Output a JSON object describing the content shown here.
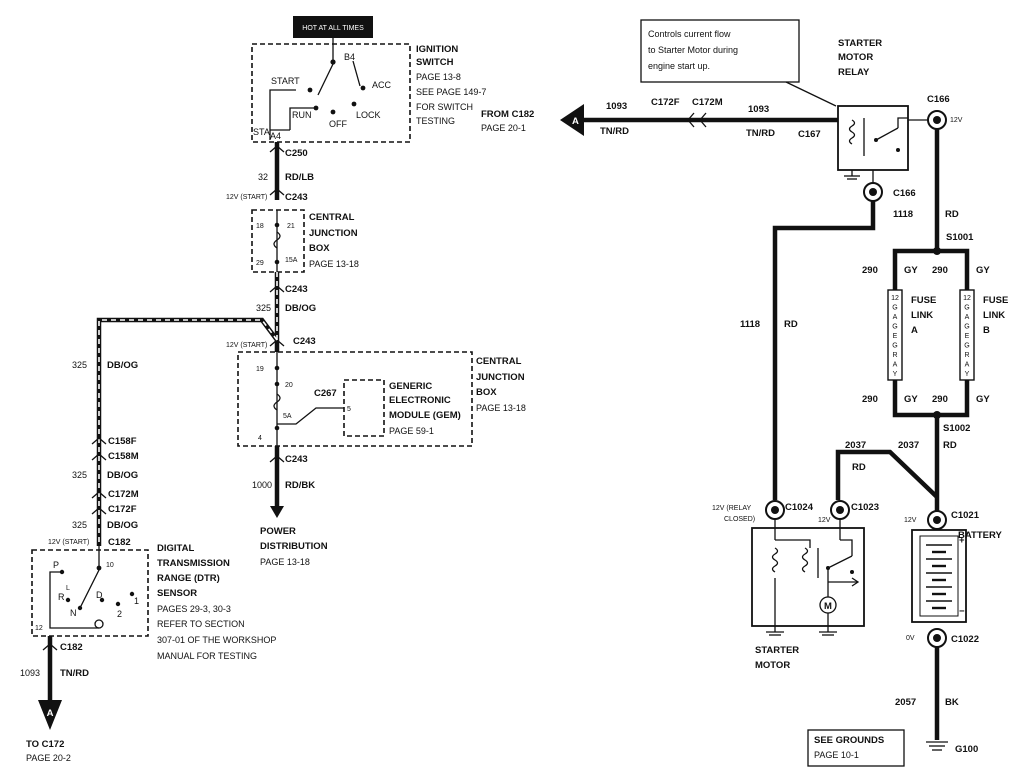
{
  "ignition": {
    "hot_at_all_times": "HOT AT ALL TIMES",
    "title_1": "IGNITION",
    "title_2": "SWITCH",
    "page": "PAGE 13-8",
    "see": "SEE PAGE 149-7",
    "for_switch": "FOR SWITCH",
    "testing": "TESTING",
    "b4": "B4",
    "start": "START",
    "acc": "ACC",
    "run": "RUN",
    "lock": "LOCK",
    "off": "OFF",
    "sta": "STA",
    "a4": "A4"
  },
  "ign_wire": {
    "c250": "C250",
    "circuit": "32",
    "color": "RD/LB",
    "twelve_start": "12V (START)",
    "c243": "C243"
  },
  "cjb_top": {
    "title_1": "CENTRAL",
    "title_2": "JUNCTION",
    "title_3": "BOX",
    "page": "PAGE 13-18",
    "p18": "18",
    "p21": "21",
    "p29": "29",
    "p15a": "15A"
  },
  "mid_wire": {
    "c243a": "C243",
    "circuit": "325",
    "color": "DB/OG",
    "twelve_start": "12V (START)",
    "c243b": "C243"
  },
  "cjb_main": {
    "title_1": "CENTRAL",
    "title_2": "JUNCTION",
    "title_3": "BOX",
    "page": "PAGE 13-18",
    "p19": "19",
    "p20": "20",
    "p5a": "5A",
    "p4": "4",
    "c267": "C267",
    "p5": "5"
  },
  "gem": {
    "title_1": "GENERIC",
    "title_2": "ELECTRONIC",
    "title_3": "MODULE (GEM)",
    "page": "PAGE 59-1"
  },
  "power_dist": {
    "c243": "C243",
    "circuit": "1000",
    "color": "RD/BK",
    "title_1": "POWER",
    "title_2": "DISTRIBUTION",
    "page": "PAGE 13-18"
  },
  "left_wire": {
    "circuit_1": "325",
    "color_1": "DB/OG",
    "c158f": "C158F",
    "c158m": "C158M",
    "circuit_2": "325",
    "color_2": "DB/OG",
    "c172m": "C172M",
    "c172f": "C172F",
    "circuit_3": "325",
    "color_3": "DB/OG",
    "twelve_start": "12V (START)",
    "c182": "C182"
  },
  "dtr": {
    "title_1": "DIGITAL",
    "title_2": "TRANSMISSION",
    "title_3": "RANGE (DTR)",
    "title_4": "SENSOR",
    "pages": "PAGES 29-3, 30-3",
    "refer": "REFER TO SECTION",
    "workshop": "307-01 OF THE WORKSHOP",
    "manual": "MANUAL FOR TESTING",
    "p10": "10",
    "p12": "12",
    "P": "P",
    "R": "R",
    "N": "N",
    "D": "D",
    "p2": "2",
    "p1": "1",
    "L": "L"
  },
  "bottom_left": {
    "c182": "C182",
    "circuit": "1093",
    "color": "TN/RD",
    "marker": "A",
    "to": "TO C172",
    "page": "PAGE 20-2"
  },
  "from_c182": {
    "title": "FROM C182",
    "page": "PAGE 20-1",
    "marker": "A",
    "circuit_1": "1093",
    "color_1": "TN/RD",
    "c172f": "C172F",
    "c172m": "C172M",
    "circuit_2": "1093",
    "color_2": "TN/RD",
    "c167": "C167"
  },
  "callout": {
    "line_1": "Controls current flow",
    "line_2": "to Starter Motor during",
    "line_3": "engine start up."
  },
  "relay": {
    "title_1": "STARTER",
    "title_2": "MOTOR",
    "title_3": "RELAY",
    "c166a": "C166",
    "twelve_v": "12V",
    "c166b": "C166"
  },
  "right_wires": {
    "circuit_1118a": "1118",
    "color_rd_a": "RD",
    "s1001": "S1001",
    "circuit_290a": "290",
    "color_gya": "GY",
    "circuit_290b": "290",
    "color_gyb": "GY",
    "circuit_1118b": "1118",
    "color_rd_b": "RD",
    "circuit_290c": "290",
    "color_gyc": "GY",
    "circuit_290d": "290",
    "color_gyd": "GY",
    "s1002": "S1002",
    "circuit_2037a": "2037",
    "circuit_2037b": "2037",
    "color_rd_c": "RD",
    "color_rd_d": "RD"
  },
  "fuse_links": {
    "title_a1": "FUSE",
    "title_a2": "LINK",
    "title_a3": "A",
    "title_b1": "FUSE",
    "title_b2": "LINK",
    "title_b3": "B",
    "gauge": [
      "12",
      "G",
      "A",
      "G",
      "E",
      "G",
      "R",
      "A",
      "Y"
    ]
  },
  "starter_motor": {
    "relay_closed_1": "12V (RELAY",
    "relay_closed_2": "CLOSED)",
    "c1024": "C1024",
    "twelve_v": "12V",
    "c1023": "C1023",
    "title_1": "STARTER",
    "title_2": "MOTOR",
    "m": "M"
  },
  "battery": {
    "twelve_v": "12V",
    "c1021": "C1021",
    "title": "BATTERY",
    "plus": "+",
    "minus": "−",
    "zero_v": "0V",
    "c1022": "C1022",
    "circuit": "2057",
    "color": "BK"
  },
  "grounds": {
    "title": "SEE GROUNDS",
    "page": "PAGE 10-1",
    "g100": "G100"
  }
}
